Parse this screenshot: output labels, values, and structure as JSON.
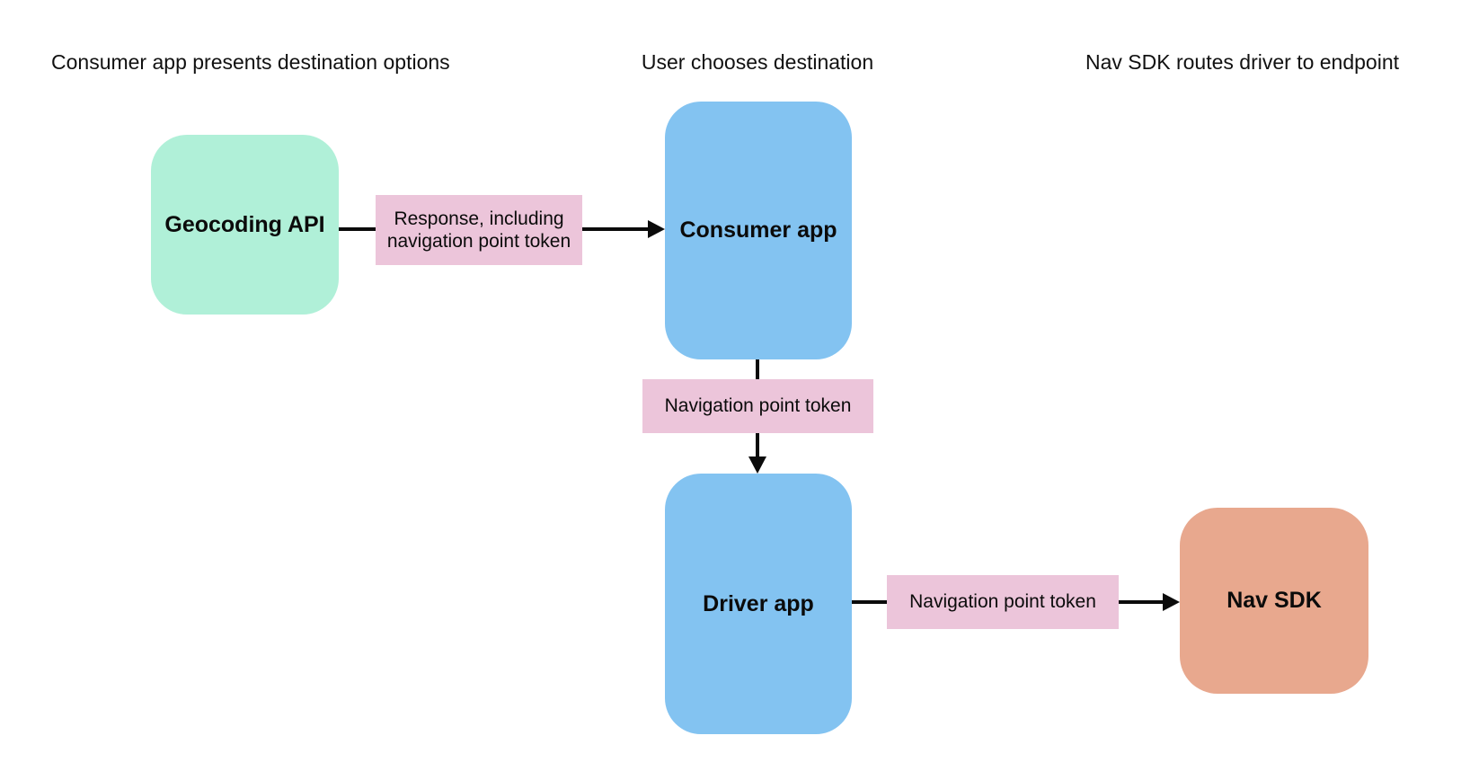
{
  "diagram": {
    "background": "#ffffff",
    "line_color": "#0b0b0b",
    "column_headings": [
      {
        "label": "Consumer app presents destination options"
      },
      {
        "label": "User chooses destination"
      },
      {
        "label": "Nav SDK routes driver to endpoint"
      }
    ],
    "nodes": [
      {
        "id": "geocoding-api",
        "label": "Geocoding API",
        "color": "#b0f0d8"
      },
      {
        "id": "consumer-app",
        "label": "Consumer app",
        "color": "#83c3f1"
      },
      {
        "id": "driver-app",
        "label": "Driver app",
        "color": "#83c3f1"
      },
      {
        "id": "nav-sdk",
        "label": "Nav SDK",
        "color": "#e8a88e"
      }
    ],
    "edges": [
      {
        "from": "geocoding-api",
        "to": "consumer-app",
        "direction": "right",
        "label": "Response, including navigation point token",
        "label_color": "#ecc5da"
      },
      {
        "from": "consumer-app",
        "to": "driver-app",
        "direction": "down",
        "label": "Navigation point token",
        "label_color": "#ecc5da"
      },
      {
        "from": "driver-app",
        "to": "nav-sdk",
        "direction": "right",
        "label": "Navigation point token",
        "label_color": "#ecc5da"
      }
    ]
  }
}
